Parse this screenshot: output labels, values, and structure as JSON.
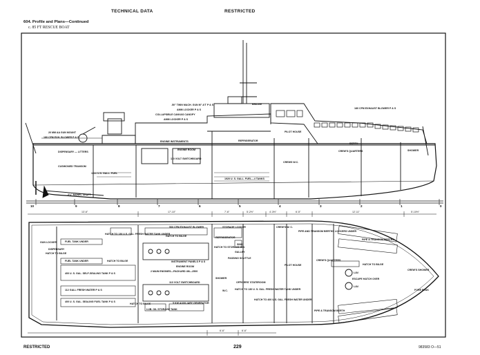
{
  "header": {
    "left": "TECHNICAL DATA",
    "right": "RESTRICTED"
  },
  "section": {
    "title": "604. Profile and Plans—Continued",
    "subtitle": "c. 85 FT RESCUE BOAT"
  },
  "profile_labels": {
    "twin_mg": ".50\" TWIN MACH. GUN M\" A′T P & S",
    "ammo_locker_ps": "AMM LOCKER P & S",
    "bridge": "BRIDGE",
    "canvas_canopy": "COLLAPSIBLE CANVAS CANOPY",
    "ammo_locker": "AMM LOCKER P & S",
    "exhaust_blower": "180 CFM EXHAUST BLOWER P & S",
    "aa_gun": "20 MM AA GUN MOUNT",
    "exh_blower_ps": "180 CFM EXH. BLOWER P & S",
    "engine_instruments": "ENGINE INSTRUMENTS",
    "refrigerator": "REFRIGERATOR",
    "pilot_house": "PILOT HOUSE",
    "dispensary": "DISPENSARY — LITTERS",
    "engine_room": "ENGINE ROOM",
    "berth": "BERTH",
    "crews_quarters": "CREW'S QUARTERS",
    "shower": "SHOWER",
    "cushioned_transom": "CUSHIONED TRANSOM",
    "switchboard": "110 VOLT SWITCHBOARD",
    "crews_wc": "CREWS W.C.",
    "fuel_1500": "1500 U.S. GALL. FUEL",
    "fuel_tanks": "1920 U. S. GALL. FUEL—4 TANKS",
    "monel_shaft": "2¼\" MONEL SHAFT"
  },
  "stations": [
    "10",
    "9",
    "8",
    "7",
    "6",
    "5",
    "4",
    "3",
    "2",
    "1",
    "0"
  ],
  "dimensions": [
    "13'-6\"",
    "17'-10\"",
    "7'-6\"",
    "5'-2½\"",
    "4'-3½\"",
    "6'-5\"",
    "12'-11\"",
    "5'-10½\"",
    "6'-6\"",
    "6'-6\""
  ],
  "plan_labels": {
    "exhaust_blower": "500 CFM EXHAUST BLOWER",
    "storage_locker": "STORAGE LOCKER",
    "crews_wc": "CREW'S W. C.",
    "pipe_transom_berths": "PIPE AND TRANSOM BERTHS LOCKERS UNDER",
    "pipe_transom_berths2": "PIPE & TRANSOM BERTHS",
    "gun_locker": "GUN LOCKER",
    "fuel_tank_under": "FUEL TANK UNDER",
    "hatch_130": "HATCH TO 130 U.S. GAL. FRESH WATER TANK UNDER",
    "hatch_bilge1": "HATCH TO BILGE",
    "refrigerator": "REFRIGERATOR",
    "dispensary": "DISPENSARY",
    "hatch_bilge2": "HATCH TO BILGE",
    "hatch_storage": "HATCH TO STORAGE BIN",
    "sink": "SINK",
    "galley": "GALLEY",
    "passing_scuttle": "PASSING SCUTTLE",
    "fuel_tank_under2": "FUEL TANK UNDER",
    "hatch_bilge3": "HATCH TO BILGE",
    "instrument_panels": "INSTRUMENT PANELS P & S",
    "engine_room": "ENGINE ROOM",
    "main_engines": "2 MAIN ENGINES—PACKARD 4M—2500",
    "pilot_house": "PILOT HOUSE",
    "crews_quarters": "CREW'S QUARTERS",
    "hatch_bilge4": "HATCH TO BILGE",
    "crews_shower": "CREW'S SHOWER",
    "fore_peak": "FORE PEAK",
    "self_sealing": "400 U. S. GAL. SELF-SEALING TANK P & S",
    "shower": "SHOWER",
    "officers_stateroom": "OFFICERS' STATEROOM",
    "escape_hatch": "ESCAPE HATCH OVER",
    "lav1": "LAV.",
    "lav2": "LAV.",
    "fuel_water": "112 GALL FRESH WATER P & S",
    "switchboard": "110 VOLT SWITCHBOARD",
    "wc": "W.C.",
    "hatch_130b": "HATCH TO 130 U. S. GAL. FRESH WATER TANK UNDER",
    "sealing_fuel": "400 U. S. GAL. SEALING FUEL TANK P & S",
    "hatch_bilge5": "HATCH TO BILGE",
    "aux_gen": "5 KW AUXILIARY GENERATOR",
    "lub_oil": "LUB. OIL STORAGE TANK",
    "hatch_400": "HATCH TO 400 U.S. GAL. FRESH WATER UNDER",
    "pipe_transom_berth": "PIPE & TRANSOM BERTH"
  },
  "footer": {
    "left": "RESTRICTED",
    "center": "229",
    "right": "983583 O—51"
  }
}
